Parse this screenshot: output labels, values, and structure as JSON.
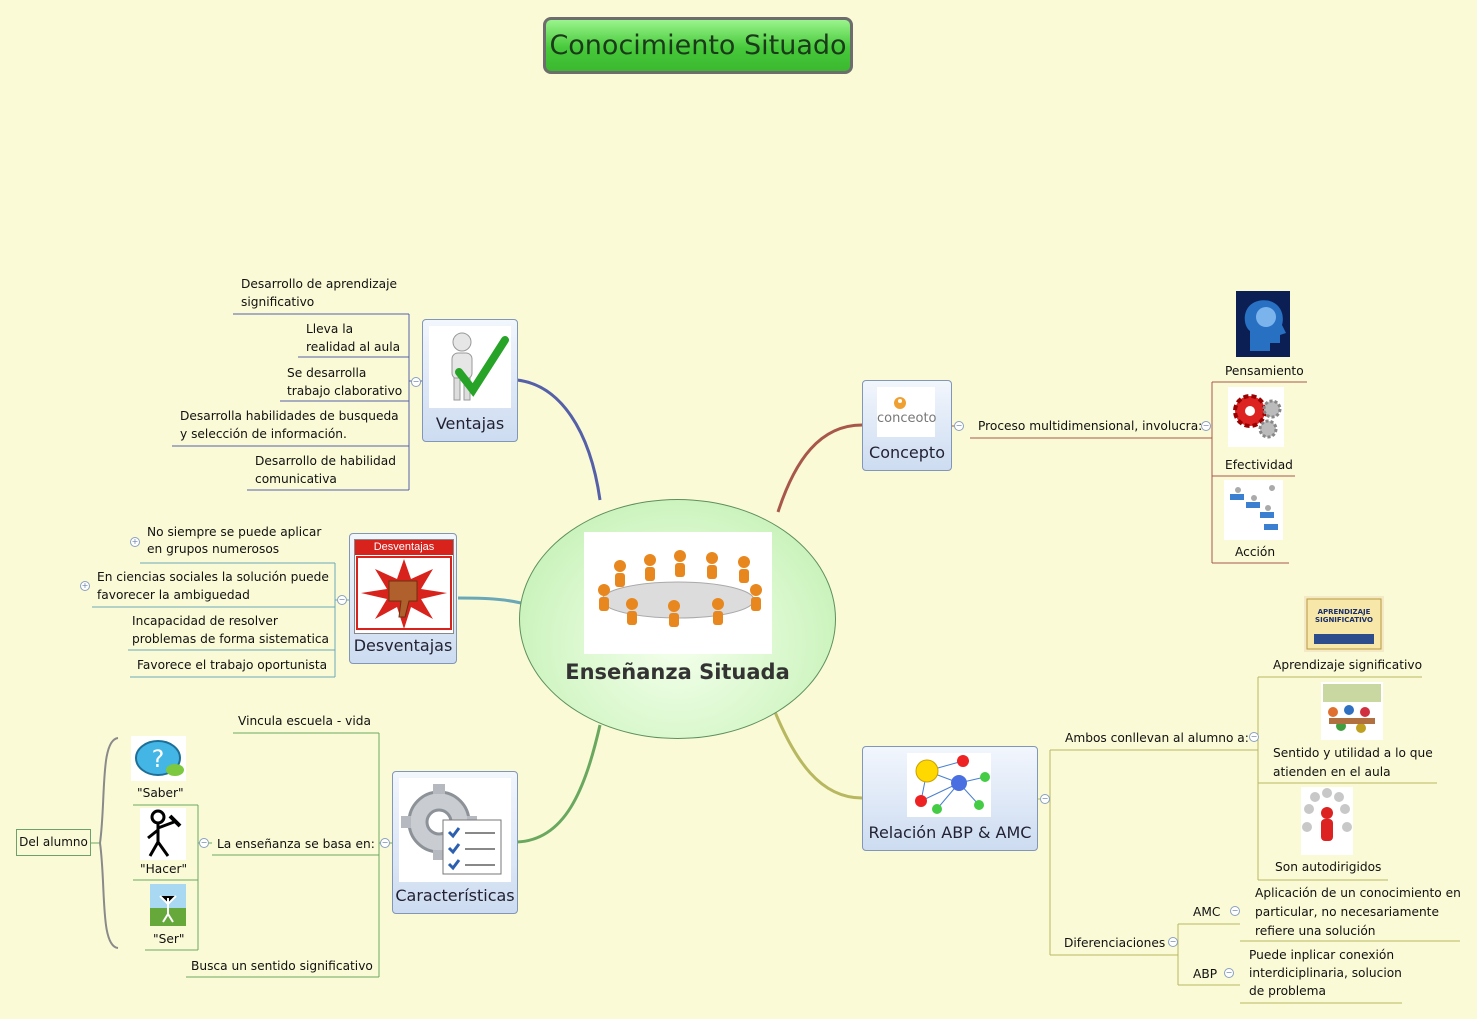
{
  "title": "Conocimiento Situado",
  "center": {
    "label": "Enseñanza Situada"
  },
  "ventajas": {
    "label": "Ventajas",
    "items": [
      "Desarrollo de aprendizaje\nsignificativo",
      "Lleva la\nrealidad al aula",
      "Se desarrolla\ntrabajo claborativo",
      "Desarrolla habilidades de busqueda\ny selección de información.",
      "Desarrollo de habilidad\ncomunicativa"
    ]
  },
  "desventajas": {
    "label": "Desventajas",
    "badge": "Desventajas",
    "items": [
      "No siempre se puede aplicar\nen grupos numerosos",
      "En ciencias sociales la solución puede\nfavorecer la ambiguedad",
      "Incapacidad de resolver\nproblemas de forma sistematica",
      "Favorece el trabajo oportunista"
    ]
  },
  "caracteristicas": {
    "label": "Características",
    "items": [
      "Vincula escuela - vida",
      "La enseñanza se basa en:",
      "Busca un sentido significativo"
    ],
    "saberes": [
      "\"Saber\"",
      "\"Hacer\"",
      "\"Ser\""
    ],
    "del_alumno": "Del  alumno"
  },
  "concepto": {
    "label": "Concepto",
    "logo_text": "conceoto",
    "proceso": "Proceso multidimensional, involucra:",
    "items": [
      "Pensamiento",
      "Efectividad",
      "Acción"
    ]
  },
  "relacion": {
    "label": "Relación ABP & AMC",
    "ambos": "Ambos conllevan al alumno a:",
    "ambos_items": [
      "Aprendizaje significativo",
      "Sentido y utilidad a lo que\natienden en el aula",
      "Son autodirigidos"
    ],
    "diferenciaciones": "Diferenciaciones",
    "amc": "AMC",
    "amc_text": "Aplicación de un conocimiento en\nparticular, no necesariamente\nrefiere una solución",
    "abp": "ABP",
    "abp_text": "Puede inplicar conexión\ninterdiciplinaria, solucion\nde problema",
    "book_text": "APRENDIZAJE SIGNIFICATIVO"
  },
  "colors": {
    "background": "#fafad6",
    "branch_ventajas": "#5560a8",
    "branch_desventajas": "#6aa8b8",
    "branch_caracteristicas": "#6aa860",
    "branch_concepto": "#a8584a",
    "branch_relacion": "#b8b860"
  }
}
